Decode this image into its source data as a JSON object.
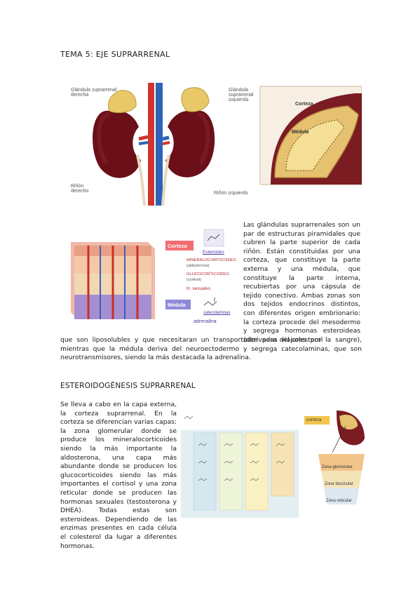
{
  "heading1": "TEMA 5: EJE SUPRARRENAL",
  "figure1": {
    "label_gland_right": "Glándula suprarrenal derecha",
    "label_gland_left": "Glándula suprarrenal izquierda",
    "label_kidney_right": "Riñón derecho",
    "label_kidney_left": "Riñón izquierdo",
    "label_corteza": "Corteza",
    "label_medula": "Médula"
  },
  "figure2": {
    "corteza": "Corteza",
    "esteroides": "Esteroides",
    "mineral": "MINERALOCORTICOIDES",
    "mineral_sub": "(aldosterona)",
    "gluco": "GLUCOCORTICOIDES",
    "gluco_sub": "(cortisol)",
    "hsex": "H. sexuales",
    "medula": "Médula",
    "catecol": "catecolaminas",
    "adrenalina": "adrenalina"
  },
  "para1_right": "Las glándulas suprarrenales son un par de estructuras piramidales que cubren la parte superior de cada riñón. Están constituidas por una corteza, que constituye la parte externa y una médula, que constituye la parte interna, recubiertas por una cápsula de tejido conectivo. Ambas zonas son dos tejidos endocrinos distintos, con diferentes origen embrionario: la corteza procede del mesodermo y segrega hormonas esteroideas (derivadas del colesterol",
  "para1_full": "que son liposolubles y que necesitaran un transportador para viajares por la sangre), mientras que la médula deriva del neuroectodermo y segrega catecolaminas, que son neurotransmisores, siendo la más destacada la adrenalina.",
  "heading2": "ESTEROIDOGÉNESIS SUPRARRENAL",
  "para2": "Se lleva a cabo en la capa externa, la corteza suprarrenal. En la corteza se diferencian varias capas: la zona glomerular donde se produce los mineralocorticoides siendo la más importante la aldosterona, una capa más abundante donde se producen los glucocorticoides siendo las más importantes el cortisol y una zona reticular donde se producen las hormonas sexuales (testosterona y DHEA). Todas estas son esteroideas. Dependiendo de las enzimas presentes en cada célula el colesterol da lugar a diferentes hormonas.",
  "figure3": {
    "corteza": "corteza",
    "zona_glomerular": "Zona glomerular",
    "zona_fascicular": "Zona fascicular",
    "zona_reticular": "Zona reticular"
  },
  "colors": {
    "kidney": "#6b0f18",
    "gland": "#e8c868",
    "artery": "#d0342c",
    "vein": "#2e63b8"
  }
}
